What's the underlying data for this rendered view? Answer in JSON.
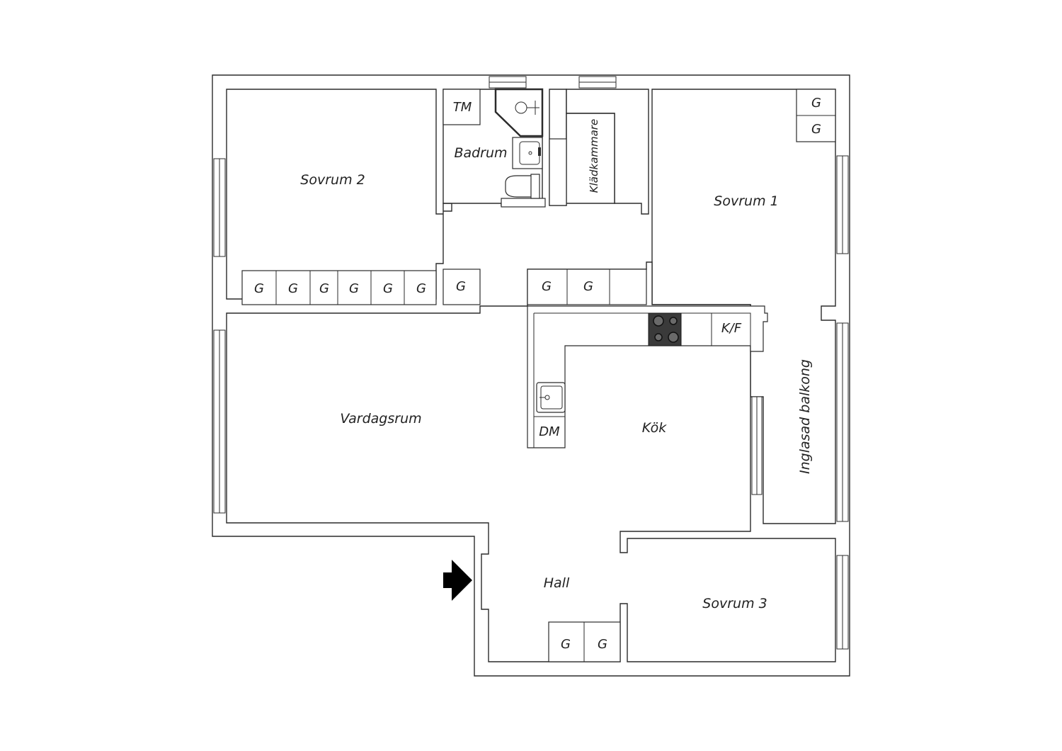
{
  "rooms": {
    "sovrum2": "Sovrum 2",
    "badrum": "Badrum",
    "kladkammare": "Klädkammare",
    "sovrum1": "Sovrum 1",
    "vardagsrum": "Vardagsrum",
    "kok": "Kök",
    "balkong": "Inglasad balkong",
    "hall": "Hall",
    "sovrum3": "Sovrum 3"
  },
  "fixtures": {
    "wardrobe": "G",
    "washer": "TM",
    "fridge_freezer": "K/F",
    "dishwasher": "DM"
  },
  "colors": {
    "line": "#2b2b2b",
    "stove": "#3a3a3a",
    "arrow": "#000000"
  },
  "icons": [
    "entrance-arrow-icon",
    "stove-icon",
    "sink-icon",
    "toilet-icon",
    "shower-icon"
  ]
}
